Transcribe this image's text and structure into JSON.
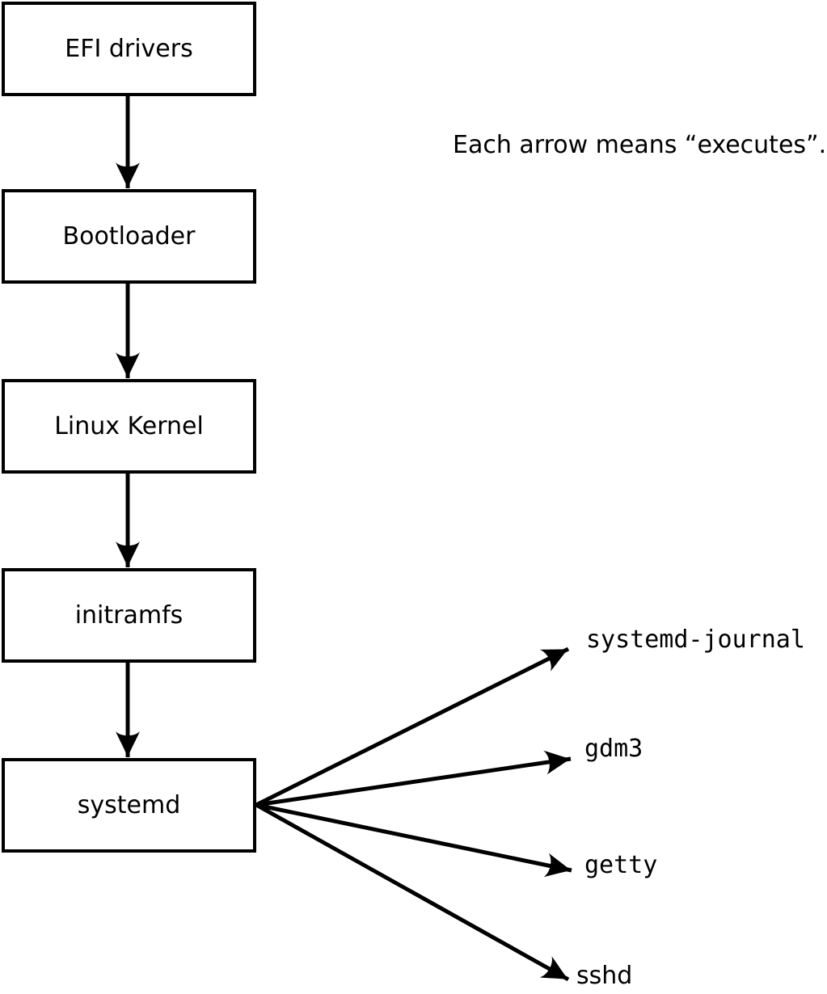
{
  "diagram": {
    "caption": "Each arrow means “executes”.",
    "boot_chain": [
      {
        "label": "EFI drivers"
      },
      {
        "label": "Bootloader"
      },
      {
        "label": "Linux Kernel"
      },
      {
        "label": "initramfs"
      },
      {
        "label": "systemd"
      }
    ],
    "spawned_processes": [
      {
        "label": "systemd-journal"
      },
      {
        "label": "gdm3"
      },
      {
        "label": "getty"
      },
      {
        "label": "sshd"
      }
    ],
    "colors": {
      "foreground": "#000000",
      "box_fill": "#ffffff",
      "background": "#ffffff"
    }
  }
}
